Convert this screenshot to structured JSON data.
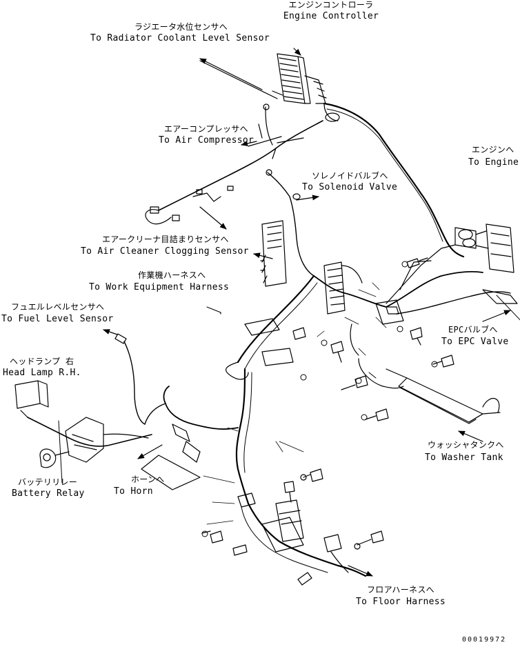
{
  "labels": {
    "engine_controller": {
      "jp": "エンジンコントローラ",
      "en": "Engine Controller"
    },
    "radiator_sensor": {
      "jp": "ラジエータ水位センサへ",
      "en": "To Radiator Coolant Level Sensor"
    },
    "air_compressor": {
      "jp": "エアーコンプレッサへ",
      "en": "To Air Compressor"
    },
    "engine": {
      "jp": "エンジンへ",
      "en": "To Engine"
    },
    "solenoid_valve": {
      "jp": "ソレノイドバルブへ",
      "en": "To Solenoid Valve"
    },
    "air_cleaner": {
      "jp": "エアークリーナ目詰まりセンサへ",
      "en": "To Air Cleaner Clogging Sensor"
    },
    "work_equipment": {
      "jp": "作業機ハーネスへ",
      "en": "To Work Equipment Harness"
    },
    "fuel_level": {
      "jp": "フュエルレベルセンサへ",
      "en": "To Fuel Level Sensor"
    },
    "head_lamp": {
      "jp": "ヘッドランプ 右",
      "en": "Head Lamp R.H."
    },
    "epc_valve": {
      "jp": "EPCバルブへ",
      "en": "To EPC Valve"
    },
    "washer_tank": {
      "jp": "ウォッシャタンクへ",
      "en": "To Washer Tank"
    },
    "battery_relay": {
      "jp": "バッテリリレー",
      "en": "Battery Relay"
    },
    "horn": {
      "jp": "ホーンへ",
      "en": "To Horn"
    },
    "floor_harness": {
      "jp": "フロアハーネスへ",
      "en": "To Floor Harness"
    }
  },
  "drawing_code": "00019972"
}
